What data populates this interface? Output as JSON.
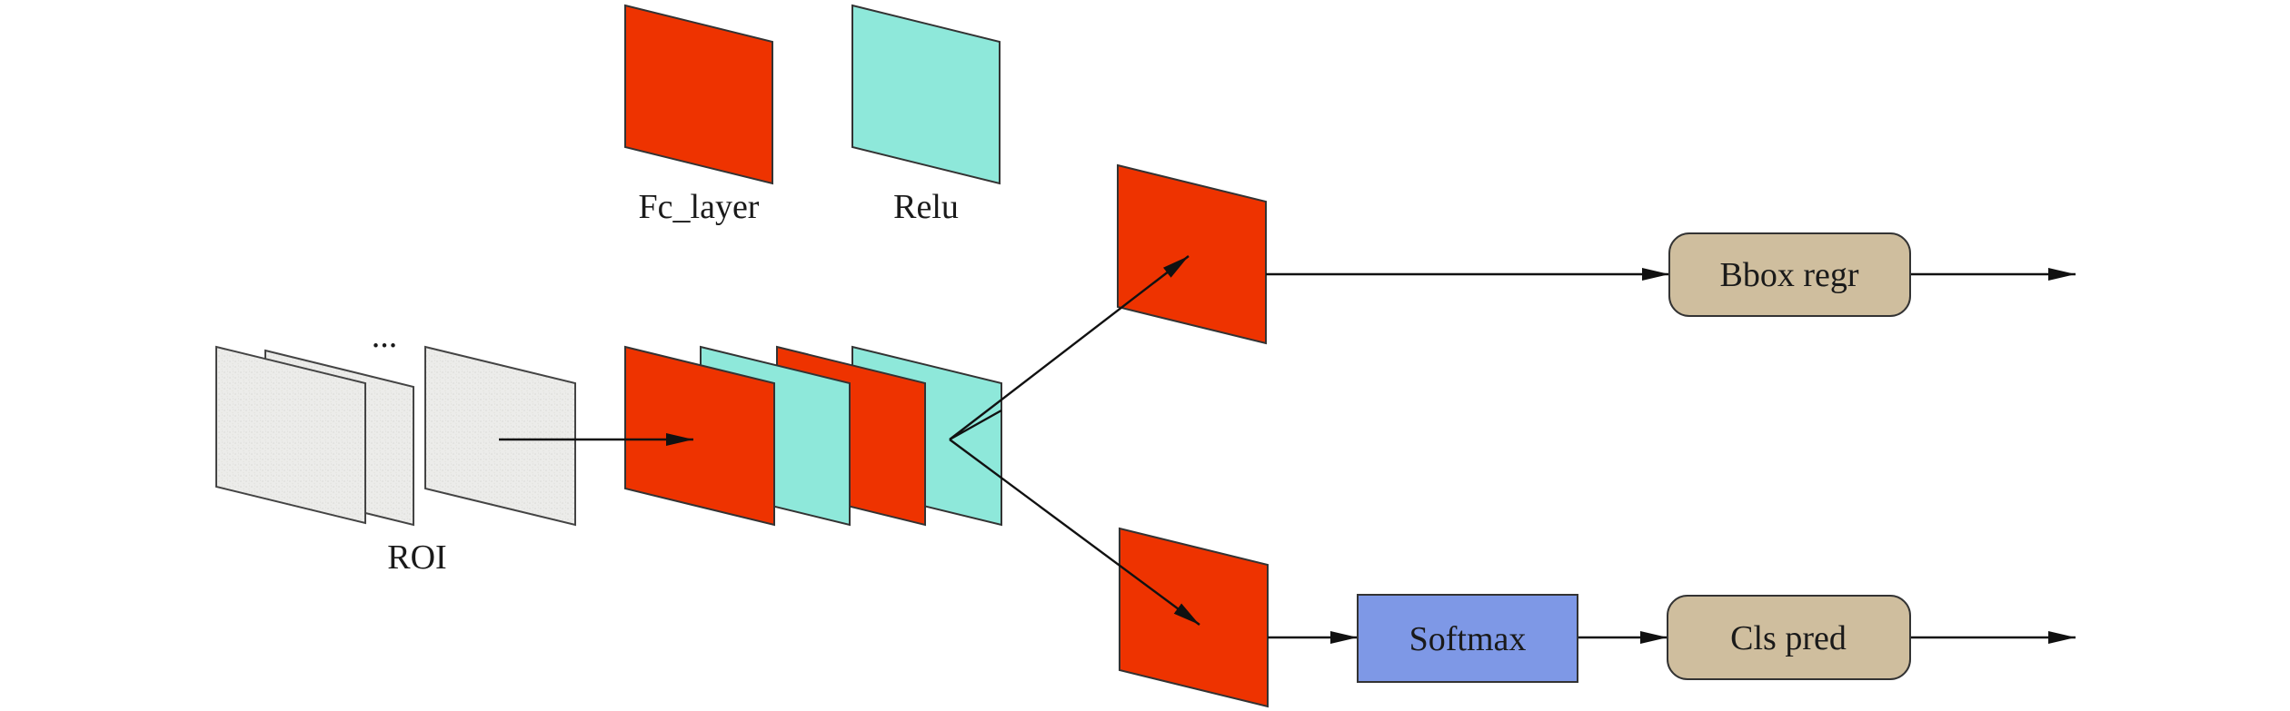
{
  "legend": {
    "fc_label": "Fc_layer",
    "relu_label": "Relu"
  },
  "input": {
    "ellipsis": "...",
    "roi_label": "ROI"
  },
  "heads": {
    "bbox_label": "Bbox regr",
    "softmax_label": "Softmax",
    "cls_label": "Cls pred"
  },
  "colors": {
    "fc_layer": "#EE3300",
    "relu": "#8EE8DA",
    "softmax": "#7E98E6",
    "head_box": "#CFBE9E",
    "roi_fill": "#ECECEA"
  }
}
